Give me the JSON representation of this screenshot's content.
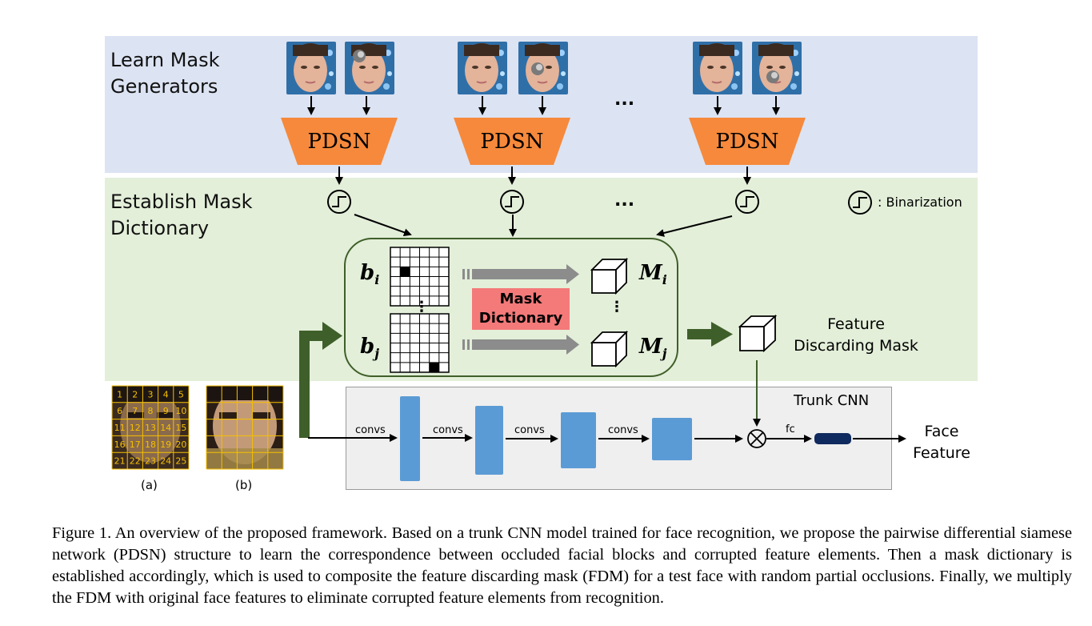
{
  "stages": {
    "learn": "Learn Mask\nGenerators",
    "establish": "Establish Mask\nDictionary"
  },
  "pdsn_label": "PDSN",
  "ellipsis": "...",
  "vertical_ellipsis": "⋮",
  "binarization_legend": ": Binarization",
  "dictionary": {
    "b_i": "b",
    "b_i_sub": "i",
    "b_j": "b",
    "b_j_sub": "j",
    "m_i": "M",
    "m_i_sub": "i",
    "m_j": "M",
    "m_j_sub": "j",
    "label": "Mask\nDictionary"
  },
  "fdm_label": "Feature\nDiscarding Mask",
  "trunk": {
    "title": "Trunk CNN",
    "convs": [
      "convs",
      "convs",
      "convs",
      "convs"
    ],
    "fc": "fc"
  },
  "output_label": "Face\nFeature",
  "grid_numbers": [
    "1",
    "2",
    "3",
    "4",
    "5",
    "6",
    "7",
    "8",
    "9",
    "10",
    "11",
    "12",
    "13",
    "14",
    "15",
    "16",
    "17",
    "18",
    "19",
    "20",
    "21",
    "22",
    "23",
    "24",
    "25"
  ],
  "sub_labels": [
    "(a)",
    "(b)"
  ],
  "caption": "Figure 1. An overview of the proposed framework. Based on a trunk CNN model trained for face recognition, we propose the pairwise differential siamese network (PDSN) structure to learn the correspondence between occluded facial blocks and corrupted feature elements. Then a mask dictionary is established accordingly, which is used to composite the feature discarding mask (FDM) for a test face with random partial occlusions. Finally, we multiply the FDM with original face features to eliminate corrupted feature elements from recognition.",
  "colors": {
    "learn_bg": "#dce3f2",
    "establish_bg": "#e3efd9",
    "trunk_bg": "#efefef",
    "pdsn_fill": "#f6893b",
    "conv_fill": "#5b9bd5",
    "fc_fill": "#0f2a5e",
    "green_arrow": "#3f5f2a",
    "gray_arrow": "#8c8c8c",
    "mask_dict_fill": "#f47a7a",
    "grid_line": "#f5c000"
  }
}
